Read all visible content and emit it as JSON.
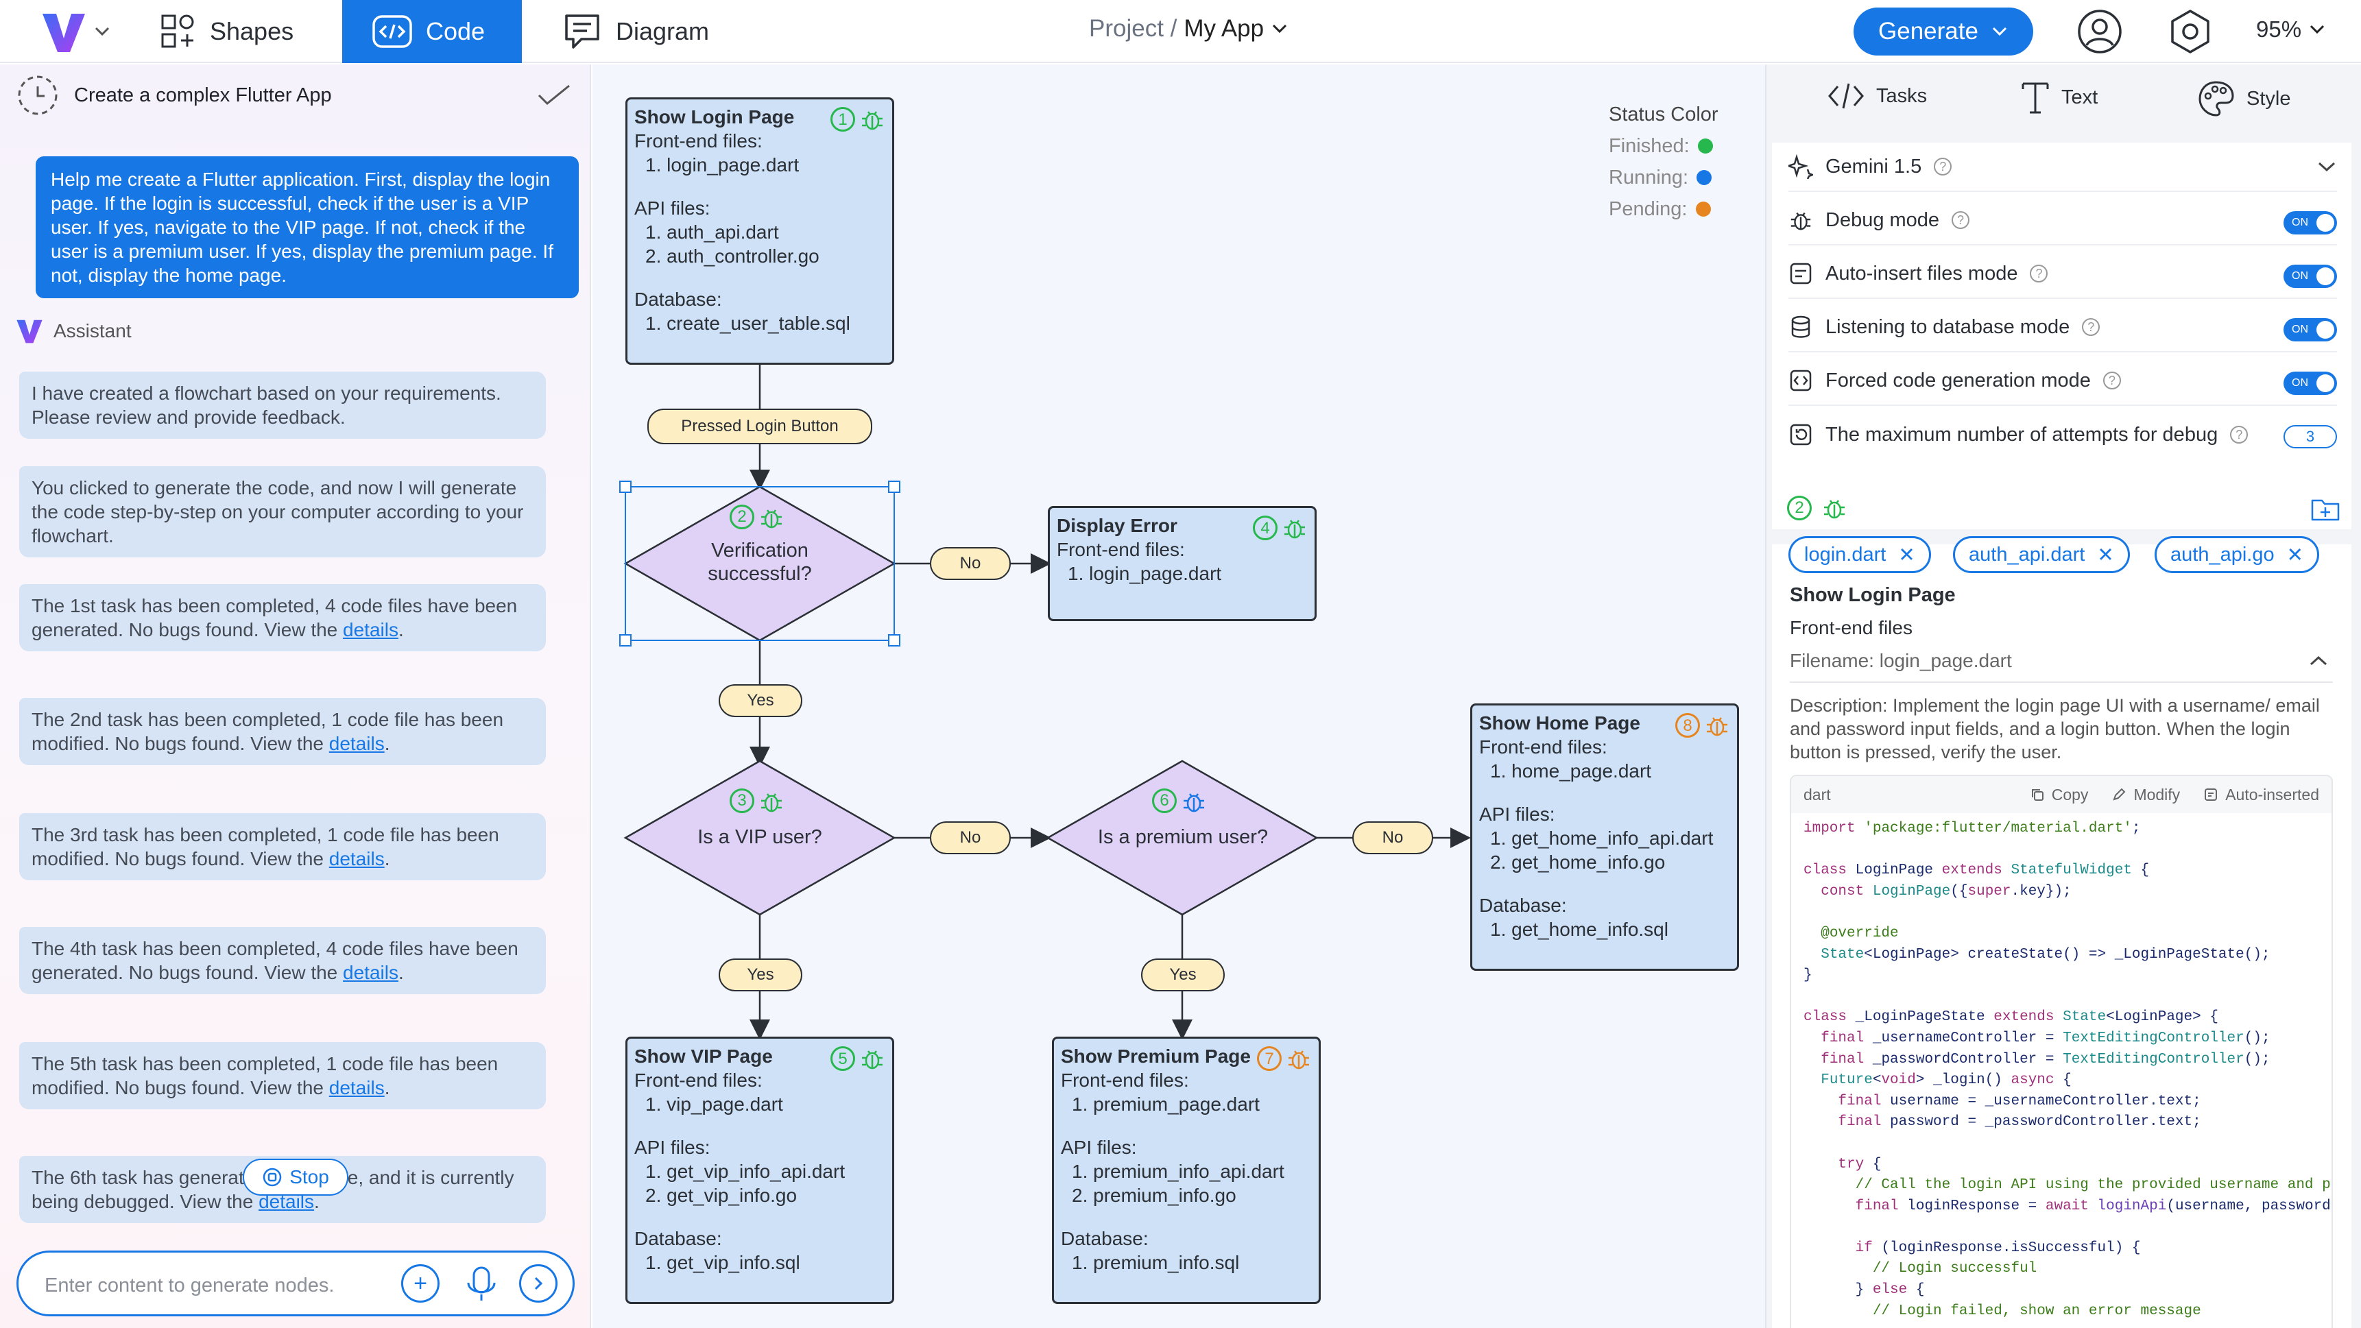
{
  "topbar": {
    "tabs": [
      {
        "label": "Shapes",
        "icon": "shapes-icon"
      },
      {
        "label": "Code",
        "icon": "code-icon",
        "active": true
      },
      {
        "label": "Diagram",
        "icon": "diagram-icon"
      }
    ],
    "project_prefix": "Project /",
    "project_name": "My App",
    "generate_label": "Generate",
    "zoom": "95%",
    "colors": {
      "accent": "#1677e5"
    }
  },
  "chat": {
    "task_title": "Create a complex Flutter App",
    "user_message": "Help me create a Flutter application. First, display the login page. If the login is successful, check if the user is a VIP user. If yes, navigate to the VIP page. If not, check if the user is a premium user. If yes, display the premium page. If not, display the home page.",
    "assistant_label": "Assistant",
    "messages": [
      {
        "text": "I have created a flowchart based on your requirements. Please review and provide feedback.",
        "link": ""
      },
      {
        "text": "You clicked to generate the code, and now I will generate the code step-by-step on your computer according to your flowchart.",
        "link": ""
      },
      {
        "text": "The 1st task has been completed, 4 code files have been generated. No bugs found. View the ",
        "link": "details"
      },
      {
        "text": "The 2nd task has been completed, 1 code file has been modified. No bugs found. View the ",
        "link": "details"
      },
      {
        "text": "The 3rd task has been completed, 1 code file has been modified. No bugs found. View the ",
        "link": "details"
      },
      {
        "text": "The 4th task has been completed, 4 code files have been generated. No bugs found. View the ",
        "link": "details"
      },
      {
        "text": "The 5th task has been completed, 1 code file has been modified. No bugs found. View the ",
        "link": "details"
      },
      {
        "text": "The 6th task has generated a code file, and it is currently being debugged. View the ",
        "link": "details"
      }
    ],
    "stop_label": "Stop",
    "input_placeholder": "Enter content to generate nodes."
  },
  "diagram": {
    "status": {
      "title": "Status Color",
      "finished": "Finished:",
      "running": "Running:",
      "pending": "Pending:",
      "colors": {
        "finished": "#27b84d",
        "running": "#1677e5",
        "pending": "#e6851f"
      }
    },
    "nodes": {
      "login": {
        "num": "1",
        "title": "Show Login Page",
        "fe_label": "Front-end files:",
        "fe": [
          "1. login_page.dart"
        ],
        "api_label": "API files:",
        "api": [
          "1. auth_api.dart",
          "2. auth_controller.go"
        ],
        "db_label": "Database:",
        "db": [
          "1. create_user_table.sql"
        ]
      },
      "error": {
        "num": "4",
        "title": "Display Error",
        "fe_label": "Front-end files:",
        "fe": [
          "1. login_page.dart"
        ]
      },
      "home": {
        "num": "8",
        "title": "Show Home Page",
        "fe_label": "Front-end files:",
        "fe": [
          "1. home_page.dart"
        ],
        "api_label": "API files:",
        "api": [
          "1. get_home_info_api.dart",
          "2. get_home_info.go"
        ],
        "db_label": "Database:",
        "db": [
          "1. get_home_info.sql"
        ]
      },
      "vip": {
        "num": "5",
        "title": "Show VIP Page",
        "fe_label": "Front-end files:",
        "fe": [
          "1. vip_page.dart"
        ],
        "api_label": "API files:",
        "api": [
          "1. get_vip_info_api.dart",
          "2. get_vip_info.go"
        ],
        "db_label": "Database:",
        "db": [
          "1. get_vip_info.sql"
        ]
      },
      "premium": {
        "num": "7",
        "title": "Show Premium Page",
        "fe_label": "Front-end files:",
        "fe": [
          "1. premium_page.dart"
        ],
        "api_label": "API files:",
        "api": [
          "1. premium_info_api.dart",
          "2. premium_info.go"
        ],
        "db_label": "Database:",
        "db": [
          "1. premium_info.sql"
        ]
      }
    },
    "decisions": {
      "verify": {
        "num": "2",
        "line1": "Verification",
        "line2": "successful?"
      },
      "vip": {
        "num": "3",
        "line1": "Is a VIP user?"
      },
      "premium": {
        "num": "6",
        "line1": "Is a premium user?"
      }
    },
    "edge_labels": {
      "pressed": "Pressed Login Button",
      "no": "No",
      "yes": "Yes"
    }
  },
  "right": {
    "tabs": [
      {
        "label": "Tasks"
      },
      {
        "label": "Text"
      },
      {
        "label": "Style"
      }
    ],
    "model": "Gemini 1.5",
    "settings": [
      {
        "label": "Debug mode",
        "value": "ON"
      },
      {
        "label": "Auto-insert files mode",
        "value": "ON"
      },
      {
        "label": "Listening to database mode",
        "value": "ON"
      },
      {
        "label": "Forced code generation mode",
        "value": "ON"
      },
      {
        "label": "The maximum number of attempts for debug",
        "value": "3"
      }
    ],
    "detail": {
      "num": "2",
      "chips": [
        "login.dart",
        "auth_api.dart",
        "auth_api.go"
      ],
      "title": "Show Login Page",
      "section": "Front-end files",
      "filename": "Filename: login_page.dart",
      "description": "Description: Implement the login page UI with a username/ email and password input fields, and a login button. When the login button is pressed, verify the user.",
      "code_lang": "dart",
      "copy": "Copy",
      "modify": "Modify",
      "auto_inserted": "Auto-inserted"
    }
  }
}
